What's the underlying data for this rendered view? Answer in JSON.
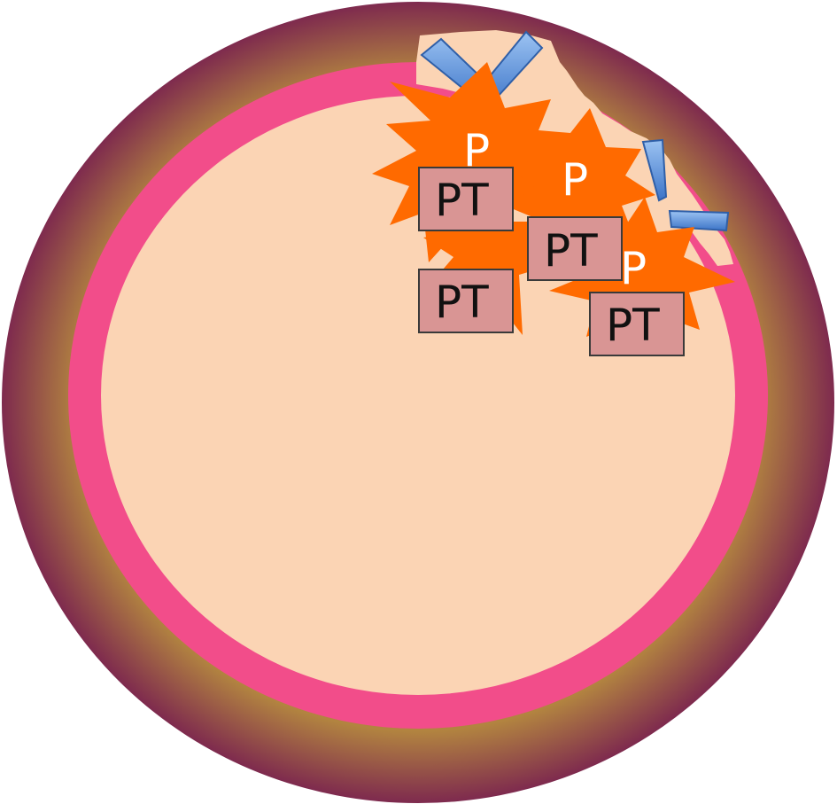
{
  "labels": {
    "pt": "PT",
    "p": "P"
  },
  "colors": {
    "outer_edge": "#7e2a4e",
    "outer_inner": "#b28440",
    "membrane": "#f24d8a",
    "cytoplasm": "#fbd4b4",
    "burst": "#ff6a00",
    "tag_fill": "#d99594",
    "tag_stroke": "#3a3a3a",
    "check": "#5b8fd8"
  },
  "icons": {
    "check": "checkmark-icon",
    "burst": "starburst-shape"
  }
}
